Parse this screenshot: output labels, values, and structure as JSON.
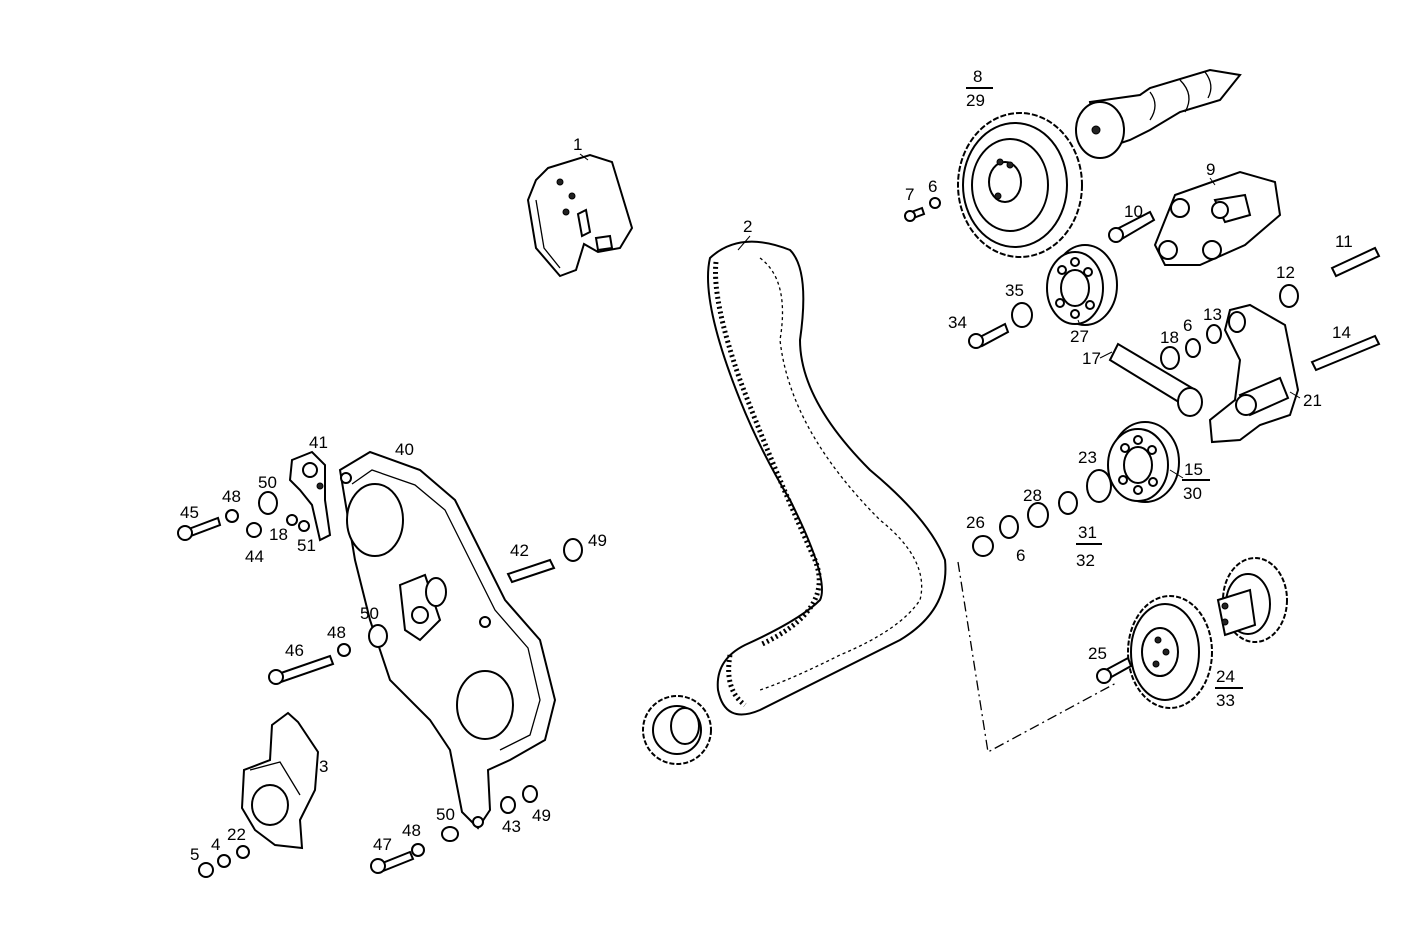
{
  "labels": {
    "l1": "1",
    "l2": "2",
    "l3": "3",
    "l4": "4",
    "l5": "5",
    "l6a": "6",
    "l6b": "6",
    "l6c": "6",
    "l7": "7",
    "l8": "8",
    "l9": "9",
    "l10": "10",
    "l11": "11",
    "l12": "12",
    "l13": "13",
    "l14": "14",
    "l15": "15",
    "l17": "17",
    "l18a": "18",
    "l18b": "18",
    "l21": "21",
    "l22": "22",
    "l23": "23",
    "l24": "24",
    "l25": "25",
    "l26": "26",
    "l27": "27",
    "l28": "28",
    "l29": "29",
    "l30": "30",
    "l31": "31",
    "l32": "32",
    "l33": "33",
    "l34": "34",
    "l35": "35",
    "l40": "40",
    "l41": "41",
    "l42": "42",
    "l43": "43",
    "l44": "44",
    "l45": "45",
    "l46": "46",
    "l47": "47",
    "l48a": "48",
    "l48b": "48",
    "l48c": "48",
    "l49a": "49",
    "l49b": "49",
    "l50a": "50",
    "l50b": "50",
    "l50c": "50",
    "l51": "51"
  }
}
